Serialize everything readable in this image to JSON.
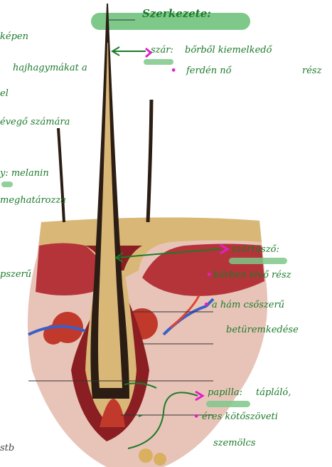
{
  "title": "Szerkezete:",
  "left_notes": [
    "képen",
    "hajhagymákat a",
    "el",
    "évegő számára",
    "y: melanin",
    "meghatározza",
    "pszerű"
  ],
  "right_notes": {
    "szar_label": "szár:",
    "szar_text": "bőrből kiemelkedő",
    "szar_sub": "ferdén nő",
    "szar_sub_end": "rész",
    "tuszo_label": "szőrtüsző:",
    "tuszo_line1": "bőrben lévő rész",
    "tuszo_line2": "a hám csőszerű",
    "tuszo_line3": "betüremkedése",
    "papilla_label": "papilla:",
    "papilla_text": "tápláló,",
    "papilla_line2": "éres kötőszöveti",
    "papilla_line3": "szemölcs"
  },
  "bottom_left": "stb",
  "colors": {
    "ink": "#1c7a2a",
    "arrow_pink": "#e020c8",
    "highlight": "#7ec88a",
    "skin_tan": "#d9b776",
    "dermis_red": "#b5343a",
    "hair_dark": "#2b1d14"
  }
}
